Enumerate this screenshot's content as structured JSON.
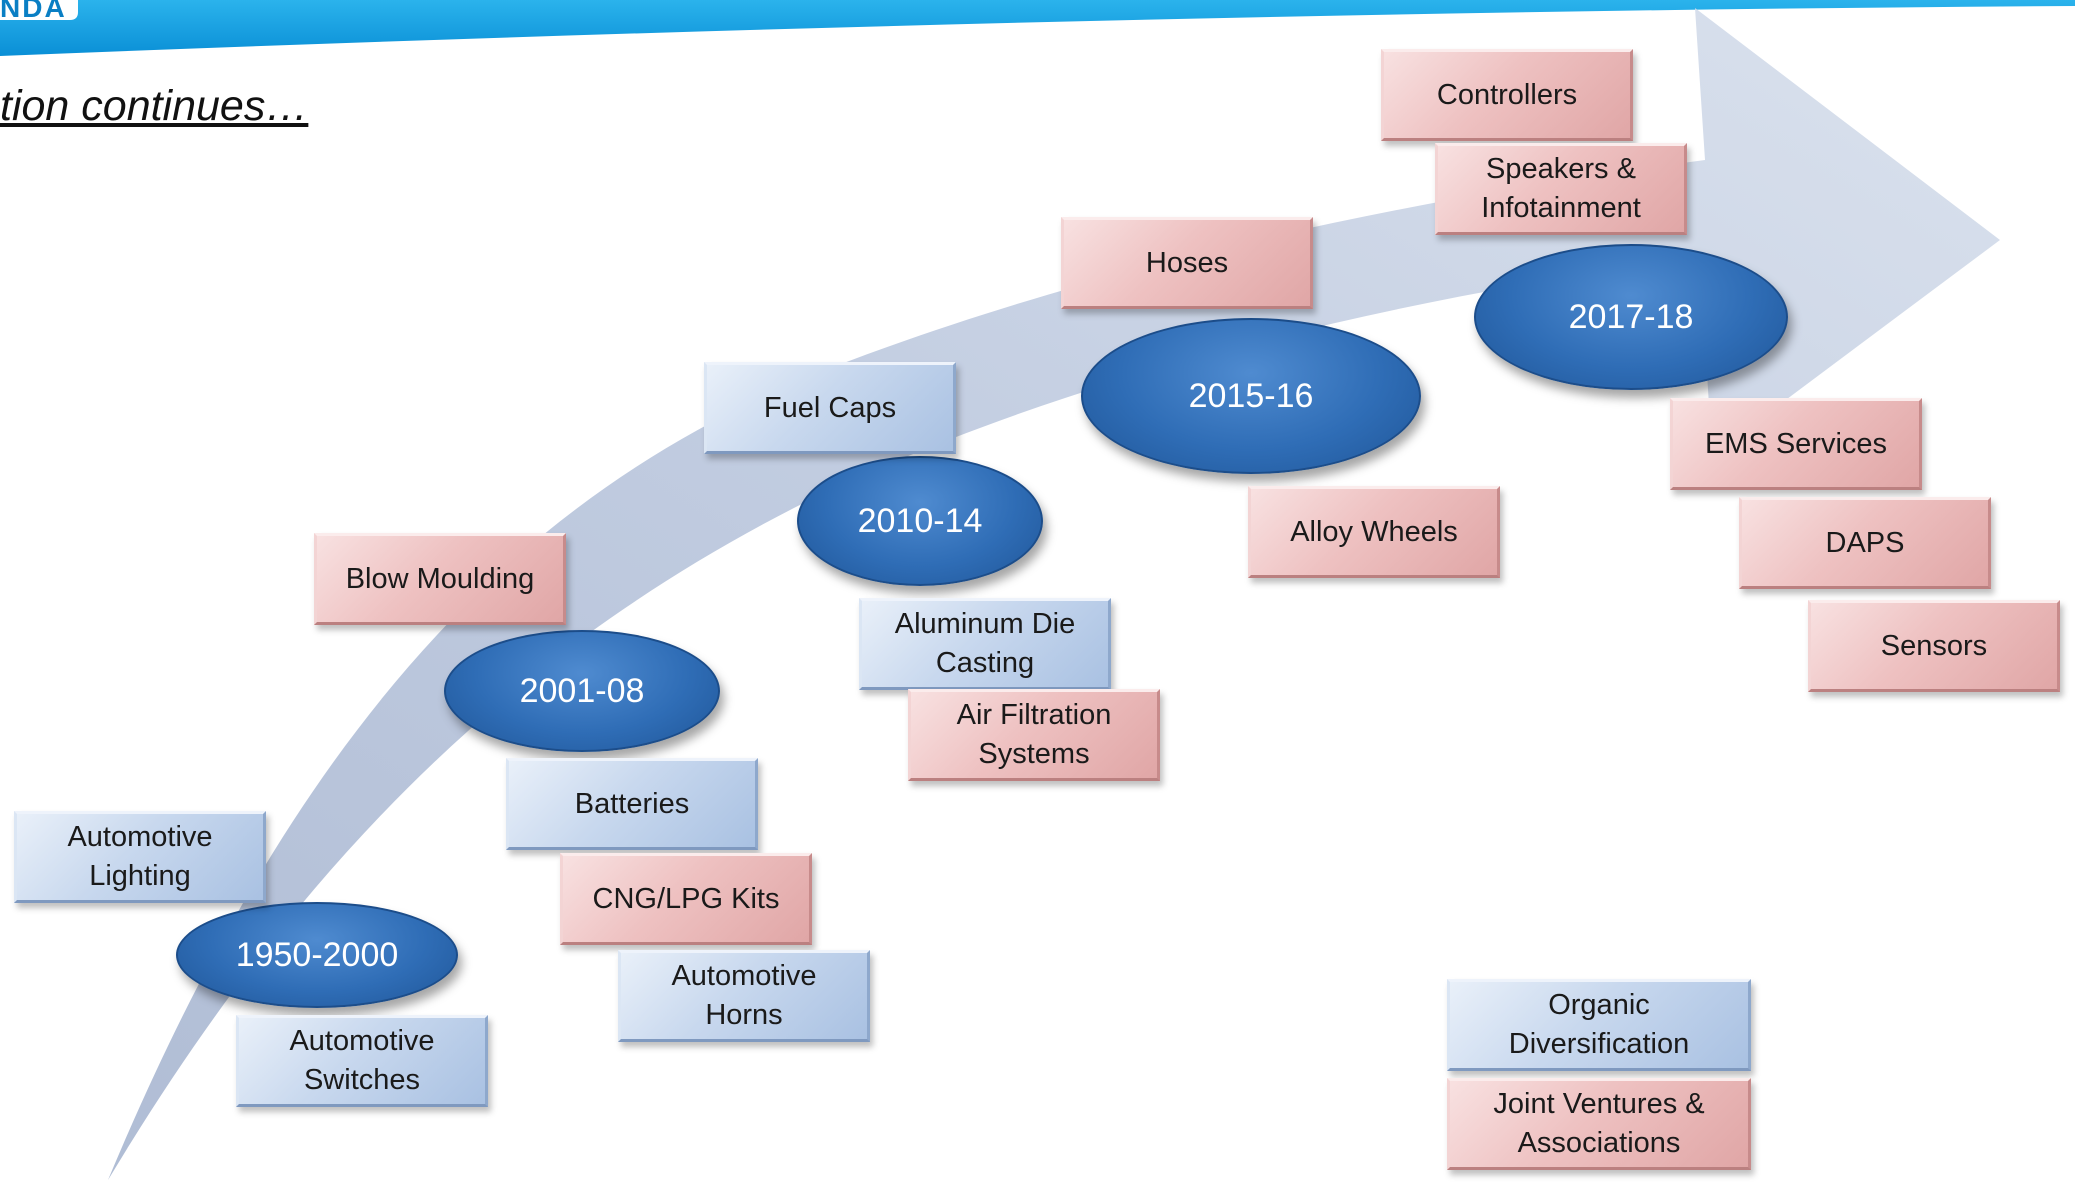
{
  "header": {
    "logo_text": "NDA",
    "subtitle": "tion continues…"
  },
  "colors": {
    "header_bar": "#0a9ee0",
    "arrow": "#b9c7df",
    "year_oval": "#2f6db6",
    "organic_box": "#b7cbe7",
    "jv_box": "#eab9b9"
  },
  "timeline": [
    {
      "year": "1950-2000"
    },
    {
      "year": "2001-08"
    },
    {
      "year": "2010-14"
    },
    {
      "year": "2015-16"
    },
    {
      "year": "2017-18"
    }
  ],
  "products": {
    "automotive_lighting": "Automotive\nLighting",
    "automotive_switches": "Automotive\nSwitches",
    "blow_moulding": "Blow Moulding",
    "batteries": "Batteries",
    "cng_lpg_kits": "CNG/LPG Kits",
    "automotive_horns": "Automotive\nHorns",
    "fuel_caps": "Fuel Caps",
    "aluminum_die_casting": "Aluminum Die\nCasting",
    "air_filtration_systems": "Air Filtration\nSystems",
    "hoses": "Hoses",
    "alloy_wheels": "Alloy Wheels",
    "controllers": "Controllers",
    "speakers_infotainment": "Speakers &\nInfotainment",
    "ems_services": "EMS Services",
    "daps": "DAPS",
    "sensors": "Sensors"
  },
  "legend": {
    "organic": "Organic\nDiversification",
    "jv": "Joint Ventures &\nAssociations"
  }
}
